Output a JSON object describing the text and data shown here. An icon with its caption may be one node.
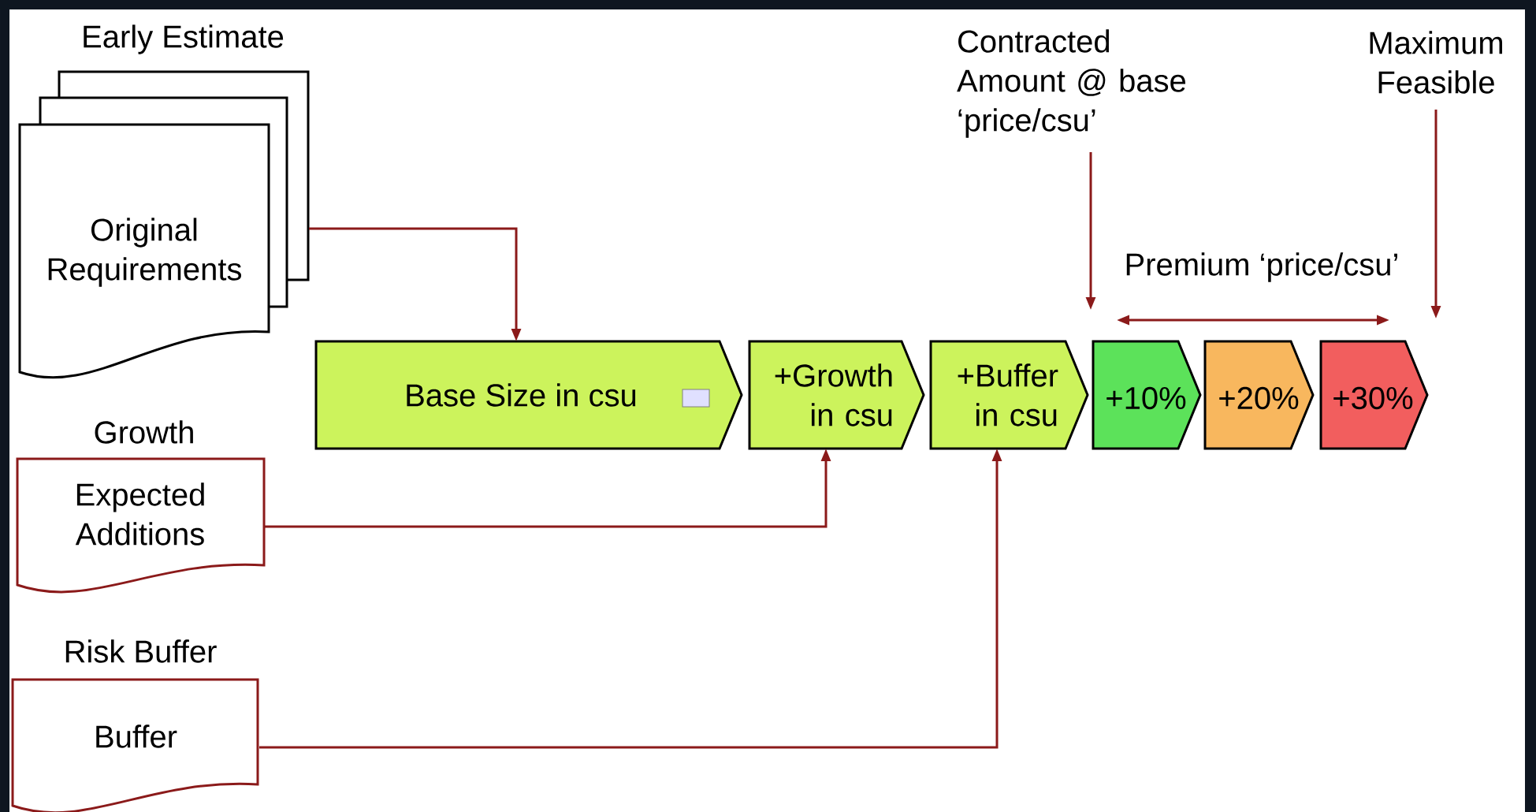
{
  "diagram": {
    "nodes": [
      {
        "text": [
          "Early Estimate",
          "Original Requirements"
        ]
      },
      {
        "text": [
          "Base Size in csu"
        ]
      },
      {
        "text": [
          "+Growth in csu"
        ]
      },
      {
        "text": [
          "+Buffer in csu"
        ]
      },
      {
        "text": [
          "+10%"
        ]
      },
      {
        "text": [
          "+20%"
        ]
      },
      {
        "text": [
          "+30%"
        ]
      },
      {
        "text": [
          "Growth",
          "Expected Additions"
        ]
      },
      {
        "text": [
          "Risk Buffer",
          "Buffer"
        ]
      },
      {
        "text": [
          "Contracted Amount @ base ‘price/csu’"
        ]
      },
      {
        "text": [
          "Maximum Feasible"
        ]
      }
    ],
    "edges": [
      {
        "from": 0,
        "to": 1,
        "arrow": "to"
      },
      {
        "from": 7,
        "to": 2,
        "arrow": "to"
      },
      {
        "from": 8,
        "to": 3,
        "arrow": "to"
      },
      {
        "from": 9,
        "to": null,
        "arrow": "to"
      },
      {
        "from": 10,
        "to": null,
        "arrow": "to"
      }
    ],
    "labels": [
      "Premium ‘price/csu’"
    ]
  }
}
